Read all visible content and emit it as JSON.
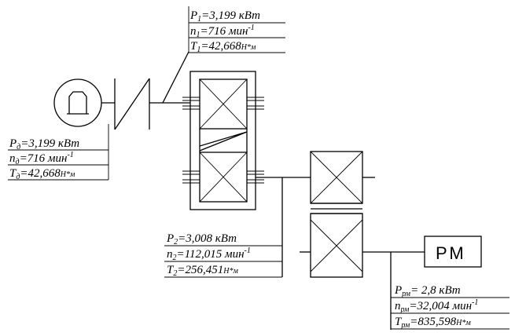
{
  "motor": {
    "symbol": "Д",
    "power": {
      "var": "P",
      "sub": "д",
      "value": "=3,199 кВт"
    },
    "speed": {
      "var": "n",
      "sub": "д",
      "value": "=716 мин",
      "unit": "-1"
    },
    "torque": {
      "var": "T",
      "sub": "д",
      "value": "=42,668",
      "unit": "Н*м"
    }
  },
  "shaft1": {
    "power": {
      "var": "P",
      "sub": "1",
      "value": "=3,199 кВт"
    },
    "speed": {
      "var": "n",
      "sub": "1",
      "value": "=716 мин",
      "unit": "-1"
    },
    "torque": {
      "var": "T",
      "sub": "1",
      "value": "=42,668",
      "unit": "Н*м"
    }
  },
  "shaft2": {
    "power": {
      "var": "P",
      "sub": "2",
      "value": "=3,008 кВт"
    },
    "speed": {
      "var": "n",
      "sub": "2",
      "value": "=112,015 мин",
      "unit": "-1"
    },
    "torque": {
      "var": "T",
      "sub": "2",
      "value": "=256,451",
      "unit": "Н*м"
    }
  },
  "working_machine": {
    "symbol": "РМ",
    "power": {
      "var": "P",
      "sub": "рм",
      "value": "= 2,8 кВт"
    },
    "speed": {
      "var": "n",
      "sub": "рм",
      "value": "=32,004 мин",
      "unit": "-1"
    },
    "torque": {
      "var": "T",
      "sub": "рм",
      "value": "=835,598",
      "unit": "Н*м"
    }
  }
}
